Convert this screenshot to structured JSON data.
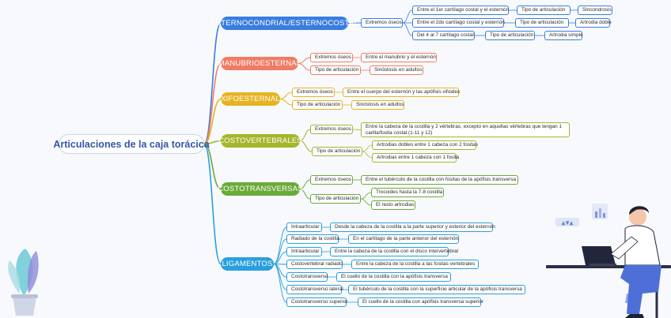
{
  "root": {
    "title": "Articulaciones de la caja torácica"
  },
  "colors": {
    "blue": "#3a7de0",
    "salmon": "#f07c64",
    "amber": "#e6b321",
    "olive": "#a4b62a",
    "green": "#6aaa38",
    "sky": "#2b9fdd"
  },
  "branches": {
    "esternocondrial": {
      "title": "ESTERNOCONDRIAL/ESTERNOCOSTAL",
      "extremos": "Extremos óseos",
      "items": [
        {
          "label": "Entre el 1er cartílago costal y el esternón",
          "tipo": "Tipo de articulación",
          "valor": "Sincondrosis"
        },
        {
          "label": "Entre el 2do cartílago costal y esternón",
          "tipo": "Tipo de articulación",
          "valor": "Artrodia doble"
        },
        {
          "label": "Del 4 al 7 cartílago costal",
          "tipo": "Tipo de articulación",
          "valor": "Artrodia simple"
        }
      ]
    },
    "manubrioesternal": {
      "title": "MANUBRIOESTERNAL",
      "extremos": "Extremos óseos",
      "extremos_valor": "Entre el manubrio y el esternón",
      "tipo": "Tipo de articulación",
      "tipo_valor": "Sinóstosis en adultos"
    },
    "xifoesternal": {
      "title": "XIFOESTERNAL",
      "extremos": "Extremos óseos",
      "extremos_valor": "Entre el cuerpo del esternón y las apófisis xifoides",
      "tipo": "Tipo de articulación",
      "tipo_valor": "Sinóstosis en adultos"
    },
    "costovertebrales": {
      "title": "COSTOVERTEBRALES",
      "extremos": "Extremos óseos",
      "extremos_valor": "Entre la cabeza de la costilla y 2 vértebras, excepto en aquellas vértebras que tengan 1 carilla/fosita costal (1-11 y 12)",
      "tipo": "Tipo de articulación",
      "tipo_valores": [
        "Artrodias dobles entre 1 cabeza con 2 fositas",
        "Artrodias entre 1 cabeza con 1 fosita"
      ]
    },
    "costotransversas": {
      "title": "COSTOTRANSVERSAS",
      "extremos": "Extremos óseos",
      "extremos_valor": "Entre el tubérculo de la costilla con fositas de la apófisis transversa",
      "tipo": "Tipo de articulación",
      "tipo_valores": [
        "Trocoides hasta la 7-8 costilla",
        "El resto artrodias"
      ]
    },
    "ligamentos": {
      "title": "LIGAMENTOS",
      "items": [
        {
          "label": "Intraarticular",
          "valor": "Desde la cabeza de la costilla a la parte superior y exterior del esternón"
        },
        {
          "label": "Radiado de la costilla",
          "valor": "En el cartílago de la parte anterior del esternón"
        },
        {
          "label": "Intraarticular",
          "valor": "Entre la cabeza de la costilla con el disco intervertebral"
        },
        {
          "label": "Costovertebral radiado",
          "valor": "Entre la cabeza de la costilla a las fositas vertebrales"
        },
        {
          "label": "Costotransverso",
          "valor": "El cuello de la costilla con la apófisis transversa"
        },
        {
          "label": "Costotransverso lateral",
          "valor": "El tubérculo de la costilla con la superficie articular de la apófisis transversa"
        },
        {
          "label": "Costotransverso superior",
          "valor": "El cuello de la costilla con apófisis transversa superior"
        }
      ]
    }
  },
  "decor": {
    "badge_text": "▲▼▲"
  }
}
